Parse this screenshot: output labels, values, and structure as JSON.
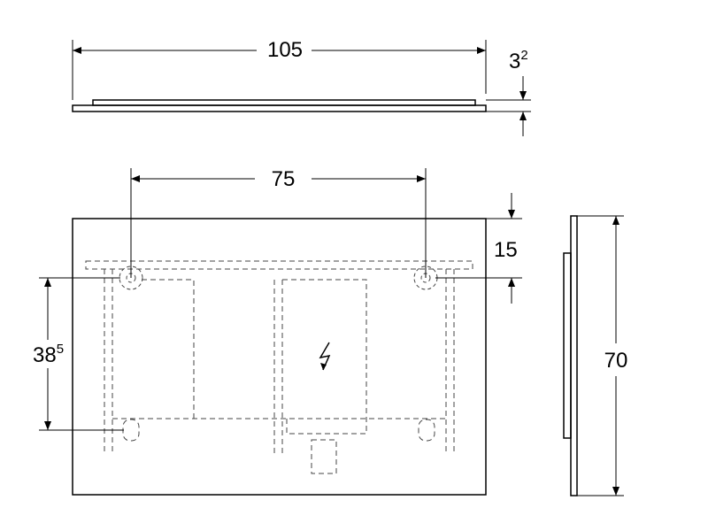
{
  "dimensions": {
    "total_width": "105",
    "depth_main": "3",
    "depth_sup": "2",
    "mount_spacing": "75",
    "top_offset": "15",
    "height": "70",
    "bracket_height_main": "38",
    "bracket_height_sup": "5"
  },
  "colors": {
    "line": "#000000",
    "hidden": "#444444"
  },
  "icons": {
    "electrical": "lightning-bolt-icon"
  }
}
